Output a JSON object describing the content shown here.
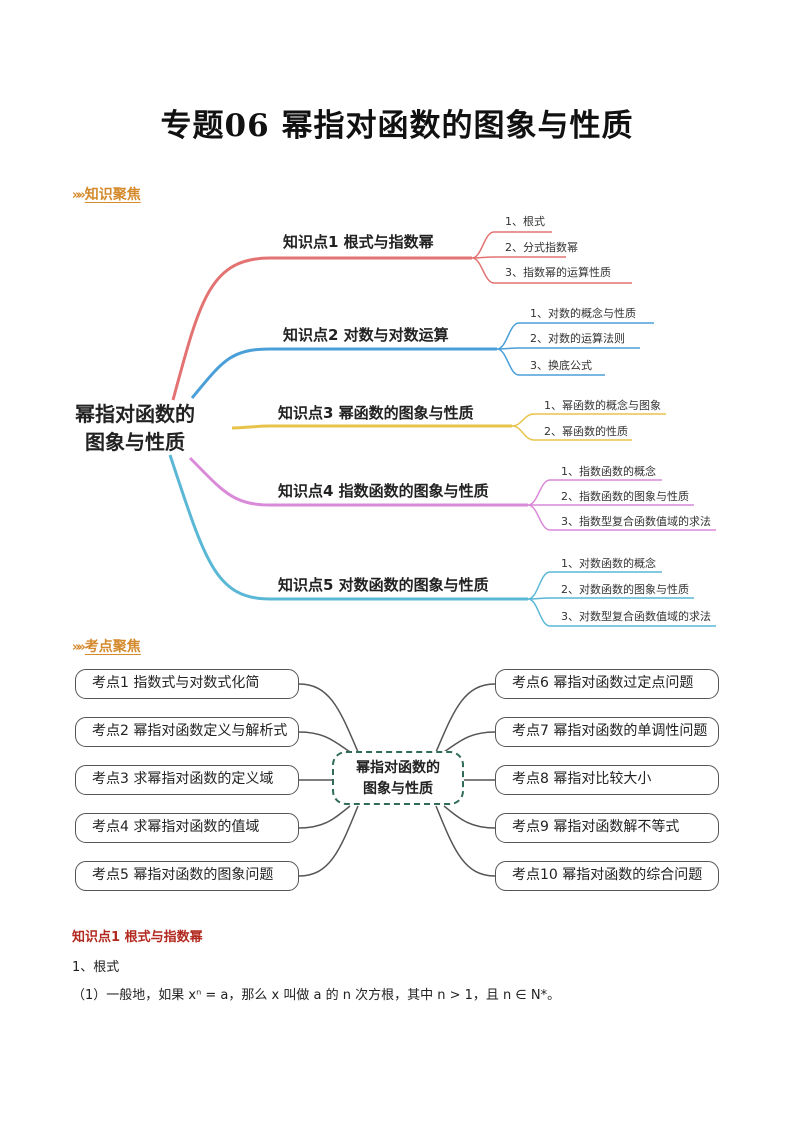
{
  "doc": {
    "title": "专题06  幂指对函数的图象与性质",
    "section1": "知识聚焦",
    "section2": "考点聚焦"
  },
  "mindmap": {
    "root": [
      "幂指对函数的",
      "图象与性质"
    ],
    "branches": [
      {
        "label": "知识点1  根式与指数幂",
        "color": "#e37373",
        "items": [
          "1、根式",
          "2、分式指数幂",
          "3、指数幂的运算性质"
        ]
      },
      {
        "label": "知识点2  对数与对数运算",
        "color": "#4a9fd8",
        "items": [
          "1、对数的概念与性质",
          "2、对数的运算法则",
          "3、换底公式"
        ]
      },
      {
        "label": "知识点3  幂函数的图象与性质",
        "color": "#e8c34a",
        "items": [
          "1、幂函数的概念与图象",
          "2、幂函数的性质"
        ]
      },
      {
        "label": "知识点4  指数函数的图象与性质",
        "color": "#d98ad8",
        "items": [
          "1、指数函数的概念",
          "2、指数函数的图象与性质",
          "3、指数型复合函数值域的求法"
        ]
      },
      {
        "label": "知识点5  对数函数的图象与性质",
        "color": "#5ab8d6",
        "items": [
          "1、对数函数的概念",
          "2、对数函数的图象与性质",
          "3、对数型复合函数值域的求法"
        ]
      }
    ]
  },
  "kaodian": {
    "center": [
      "幂指对函数的",
      "图象与性质"
    ],
    "left": [
      "考点1  指数式与对数式化简",
      "考点2  幂指对函数定义与解析式",
      "考点3  求幂指对函数的定义域",
      "考点4  求幂指对函数的值域",
      "考点5  幂指对函数的图象问题"
    ],
    "right": [
      "考点6  幂指对函数过定点问题",
      "考点7  幂指对函数的单调性问题",
      "考点8  幂指对比较大小",
      "考点9  幂指对函数解不等式",
      "考点10  幂指对函数的综合问题"
    ]
  },
  "content": {
    "heading": "知识点1    根式与指数幂",
    "line1": "1、根式",
    "line2": "（1）一般地，如果 xⁿ = a，那么 x 叫做 a 的 n 次方根，其中 n > 1，且 n ∈ N*。"
  }
}
